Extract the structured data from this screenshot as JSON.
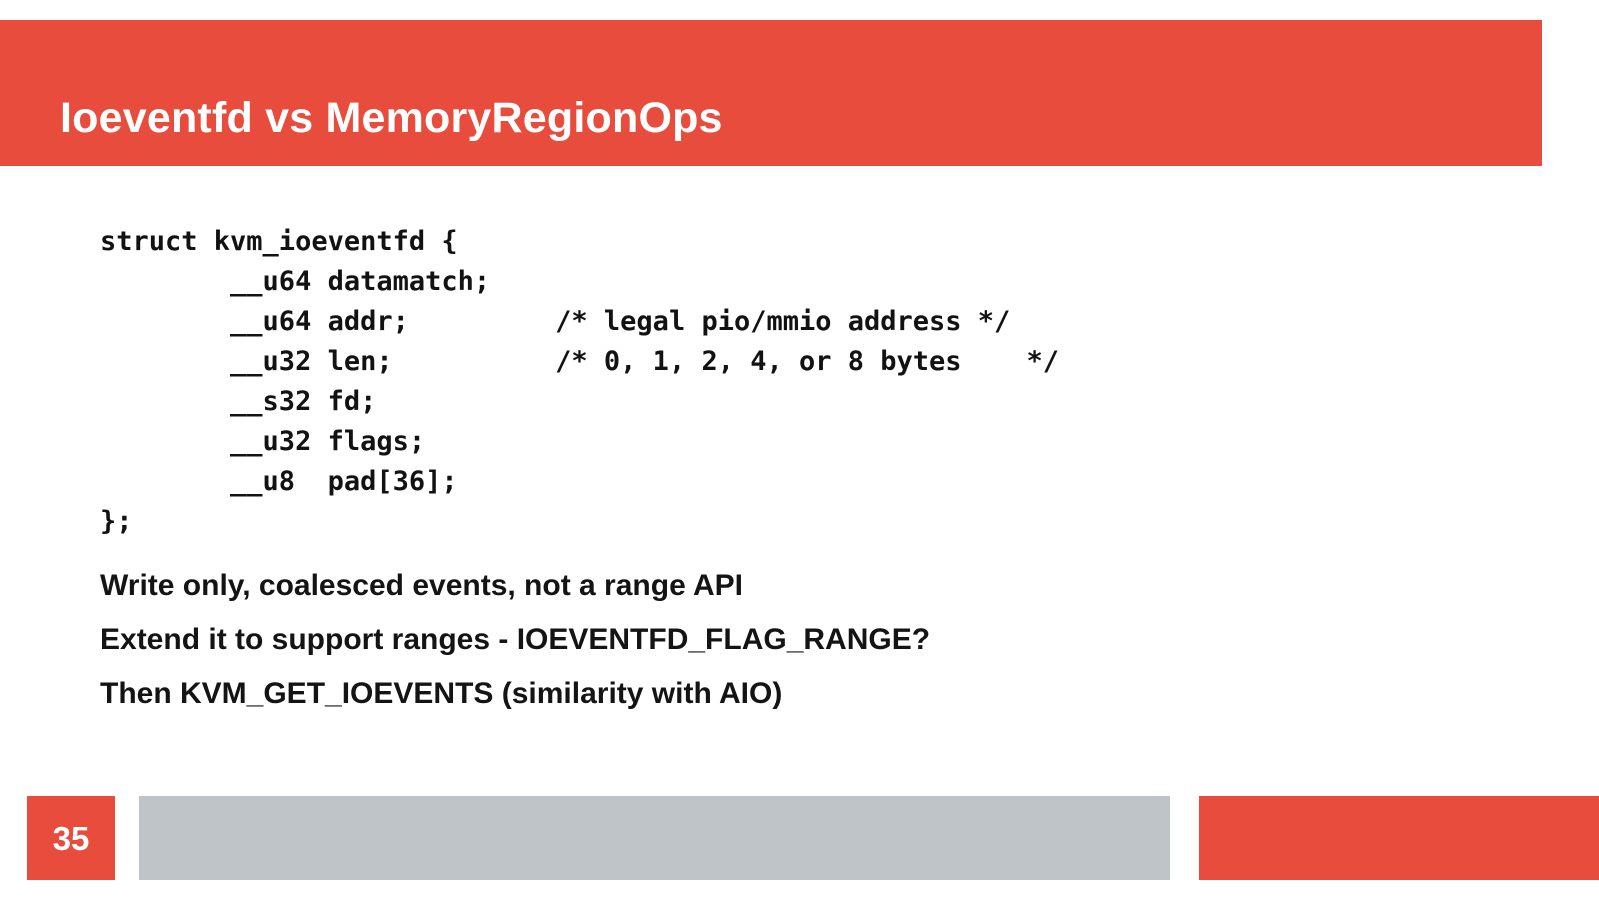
{
  "slide": {
    "title": "Ioeventfd vs MemoryRegionOps",
    "page_number": "35"
  },
  "theme": {
    "accent_red": "#E74C3C",
    "footer_gray": "#BFC4C8",
    "title_color": "#FFFFFF",
    "body_text_color": "#141414",
    "background": "#FFFFFF"
  },
  "code": {
    "language": "c",
    "lines": [
      "struct kvm_ioeventfd {",
      "        __u64 datamatch;",
      "        __u64 addr;         /* legal pio/mmio address */",
      "        __u32 len;          /* 0, 1, 2, 4, or 8 bytes    */",
      "        __s32 fd;",
      "        __u32 flags;",
      "        __u8  pad[36];",
      "};"
    ],
    "text": "struct kvm_ioeventfd {\n        __u64 datamatch;\n        __u64 addr;         /* legal pio/mmio address */\n        __u32 len;          /* 0, 1, 2, 4, or 8 bytes    */\n        __s32 fd;\n        __u32 flags;\n        __u8  pad[36];\n};"
  },
  "bullets": [
    {
      "text": "Write only, coalesced events, not a range API"
    },
    {
      "text": "Extend it to support ranges - IOEVENTFD_FLAG_RANGE?"
    },
    {
      "text": "Then KVM_GET_IOEVENTS (similarity with AIO)"
    }
  ]
}
